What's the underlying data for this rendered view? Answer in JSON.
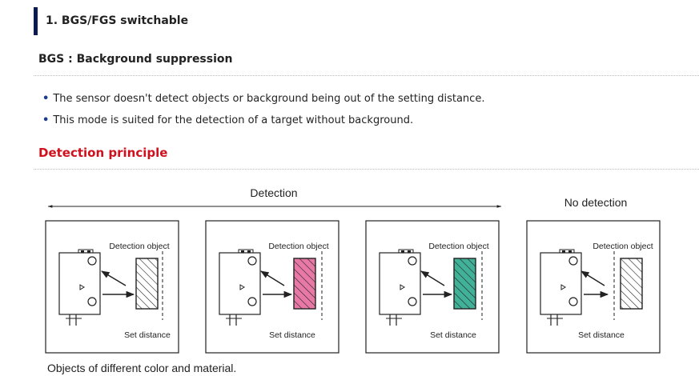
{
  "section": {
    "title": "1. BGS/FGS switchable",
    "subtitle": "BGS : Background suppression",
    "bullets": [
      "The sensor doesn't detect objects or background being out of the setting distance.",
      "This mode is suited for the detection of a target without background."
    ],
    "principle_heading": "Detection principle"
  },
  "diagram": {
    "detection_label": "Detection",
    "no_detection_label": "No detection",
    "panels": [
      {
        "object_label": "Detection object",
        "distance_label": "Set distance",
        "object_fill": "#ffffff"
      },
      {
        "object_label": "Detection object",
        "distance_label": "Set distance",
        "object_fill": "#e879a6"
      },
      {
        "object_label": "Detection object",
        "distance_label": "Set distance",
        "object_fill": "#41b197"
      },
      {
        "object_label": "Detection object",
        "distance_label": "Set distance",
        "object_fill": "#ffffff"
      }
    ],
    "caption": "Objects of different color and material."
  }
}
